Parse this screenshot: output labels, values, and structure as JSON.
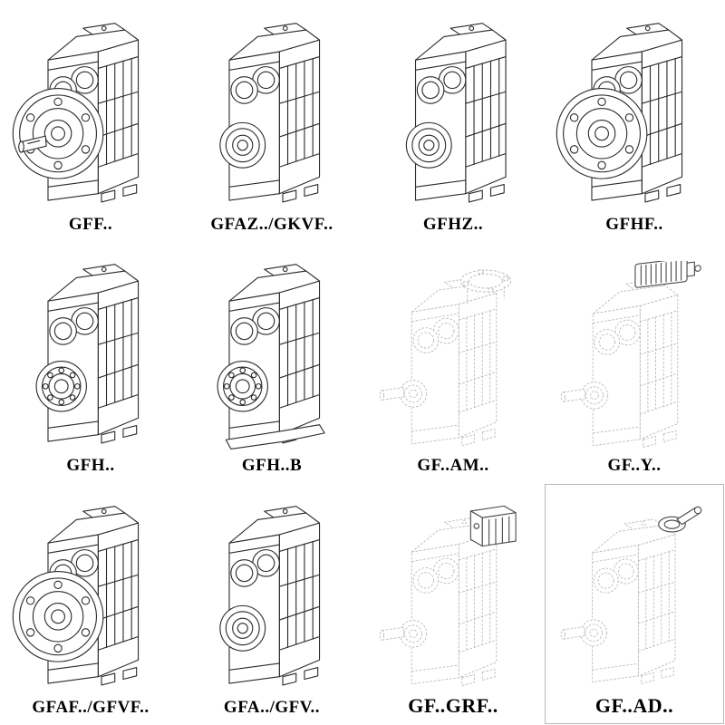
{
  "page": {
    "background": "#ffffff"
  },
  "colors": {
    "solid_line": "#2b2b2b",
    "ghost_line": "#b6b6b6",
    "attachment_line": "#4a4a4a",
    "label": "#000000"
  },
  "grid": {
    "rows": 3,
    "columns": 4,
    "items": [
      {
        "label": "GFF..",
        "drawing": "flange-mounted-gear-unit-with-shaft-drawing",
        "style": "solid"
      },
      {
        "label": "GFAZ../GKVF..",
        "drawing": "hollow-shaft-gear-unit-drawing",
        "style": "solid"
      },
      {
        "label": "GFHZ..",
        "drawing": "hollow-shaft-gear-unit-drawing",
        "style": "solid"
      },
      {
        "label": "GFHF..",
        "drawing": "flange-mounted-gear-unit-drawing",
        "style": "solid"
      },
      {
        "label": "GFH..",
        "drawing": "shaft-mounted-gear-unit-bearing-drawing",
        "style": "solid"
      },
      {
        "label": "GFH..B",
        "drawing": "shaft-mounted-gear-unit-with-base-drawing",
        "style": "solid"
      },
      {
        "label": "GF..AM..",
        "drawing": "gear-unit-with-motor-adapter-flange-drawing",
        "style": "ghost"
      },
      {
        "label": "GF..Y..",
        "drawing": "gear-unit-with-mounted-motor-drawing",
        "style": "ghost"
      },
      {
        "label": "GFAF../GFVF..",
        "drawing": "flange-mounted-gear-unit-drawing",
        "style": "solid"
      },
      {
        "label": "GFA../GFV..",
        "drawing": "hollow-shaft-gear-unit-drawing",
        "style": "solid"
      },
      {
        "label": "GF..GRF..",
        "drawing": "gear-unit-with-input-adapter-box-drawing",
        "style": "ghost"
      },
      {
        "label": "GF..AD..",
        "drawing": "gear-unit-with-input-shaft-drawing",
        "style": "ghost"
      }
    ]
  }
}
